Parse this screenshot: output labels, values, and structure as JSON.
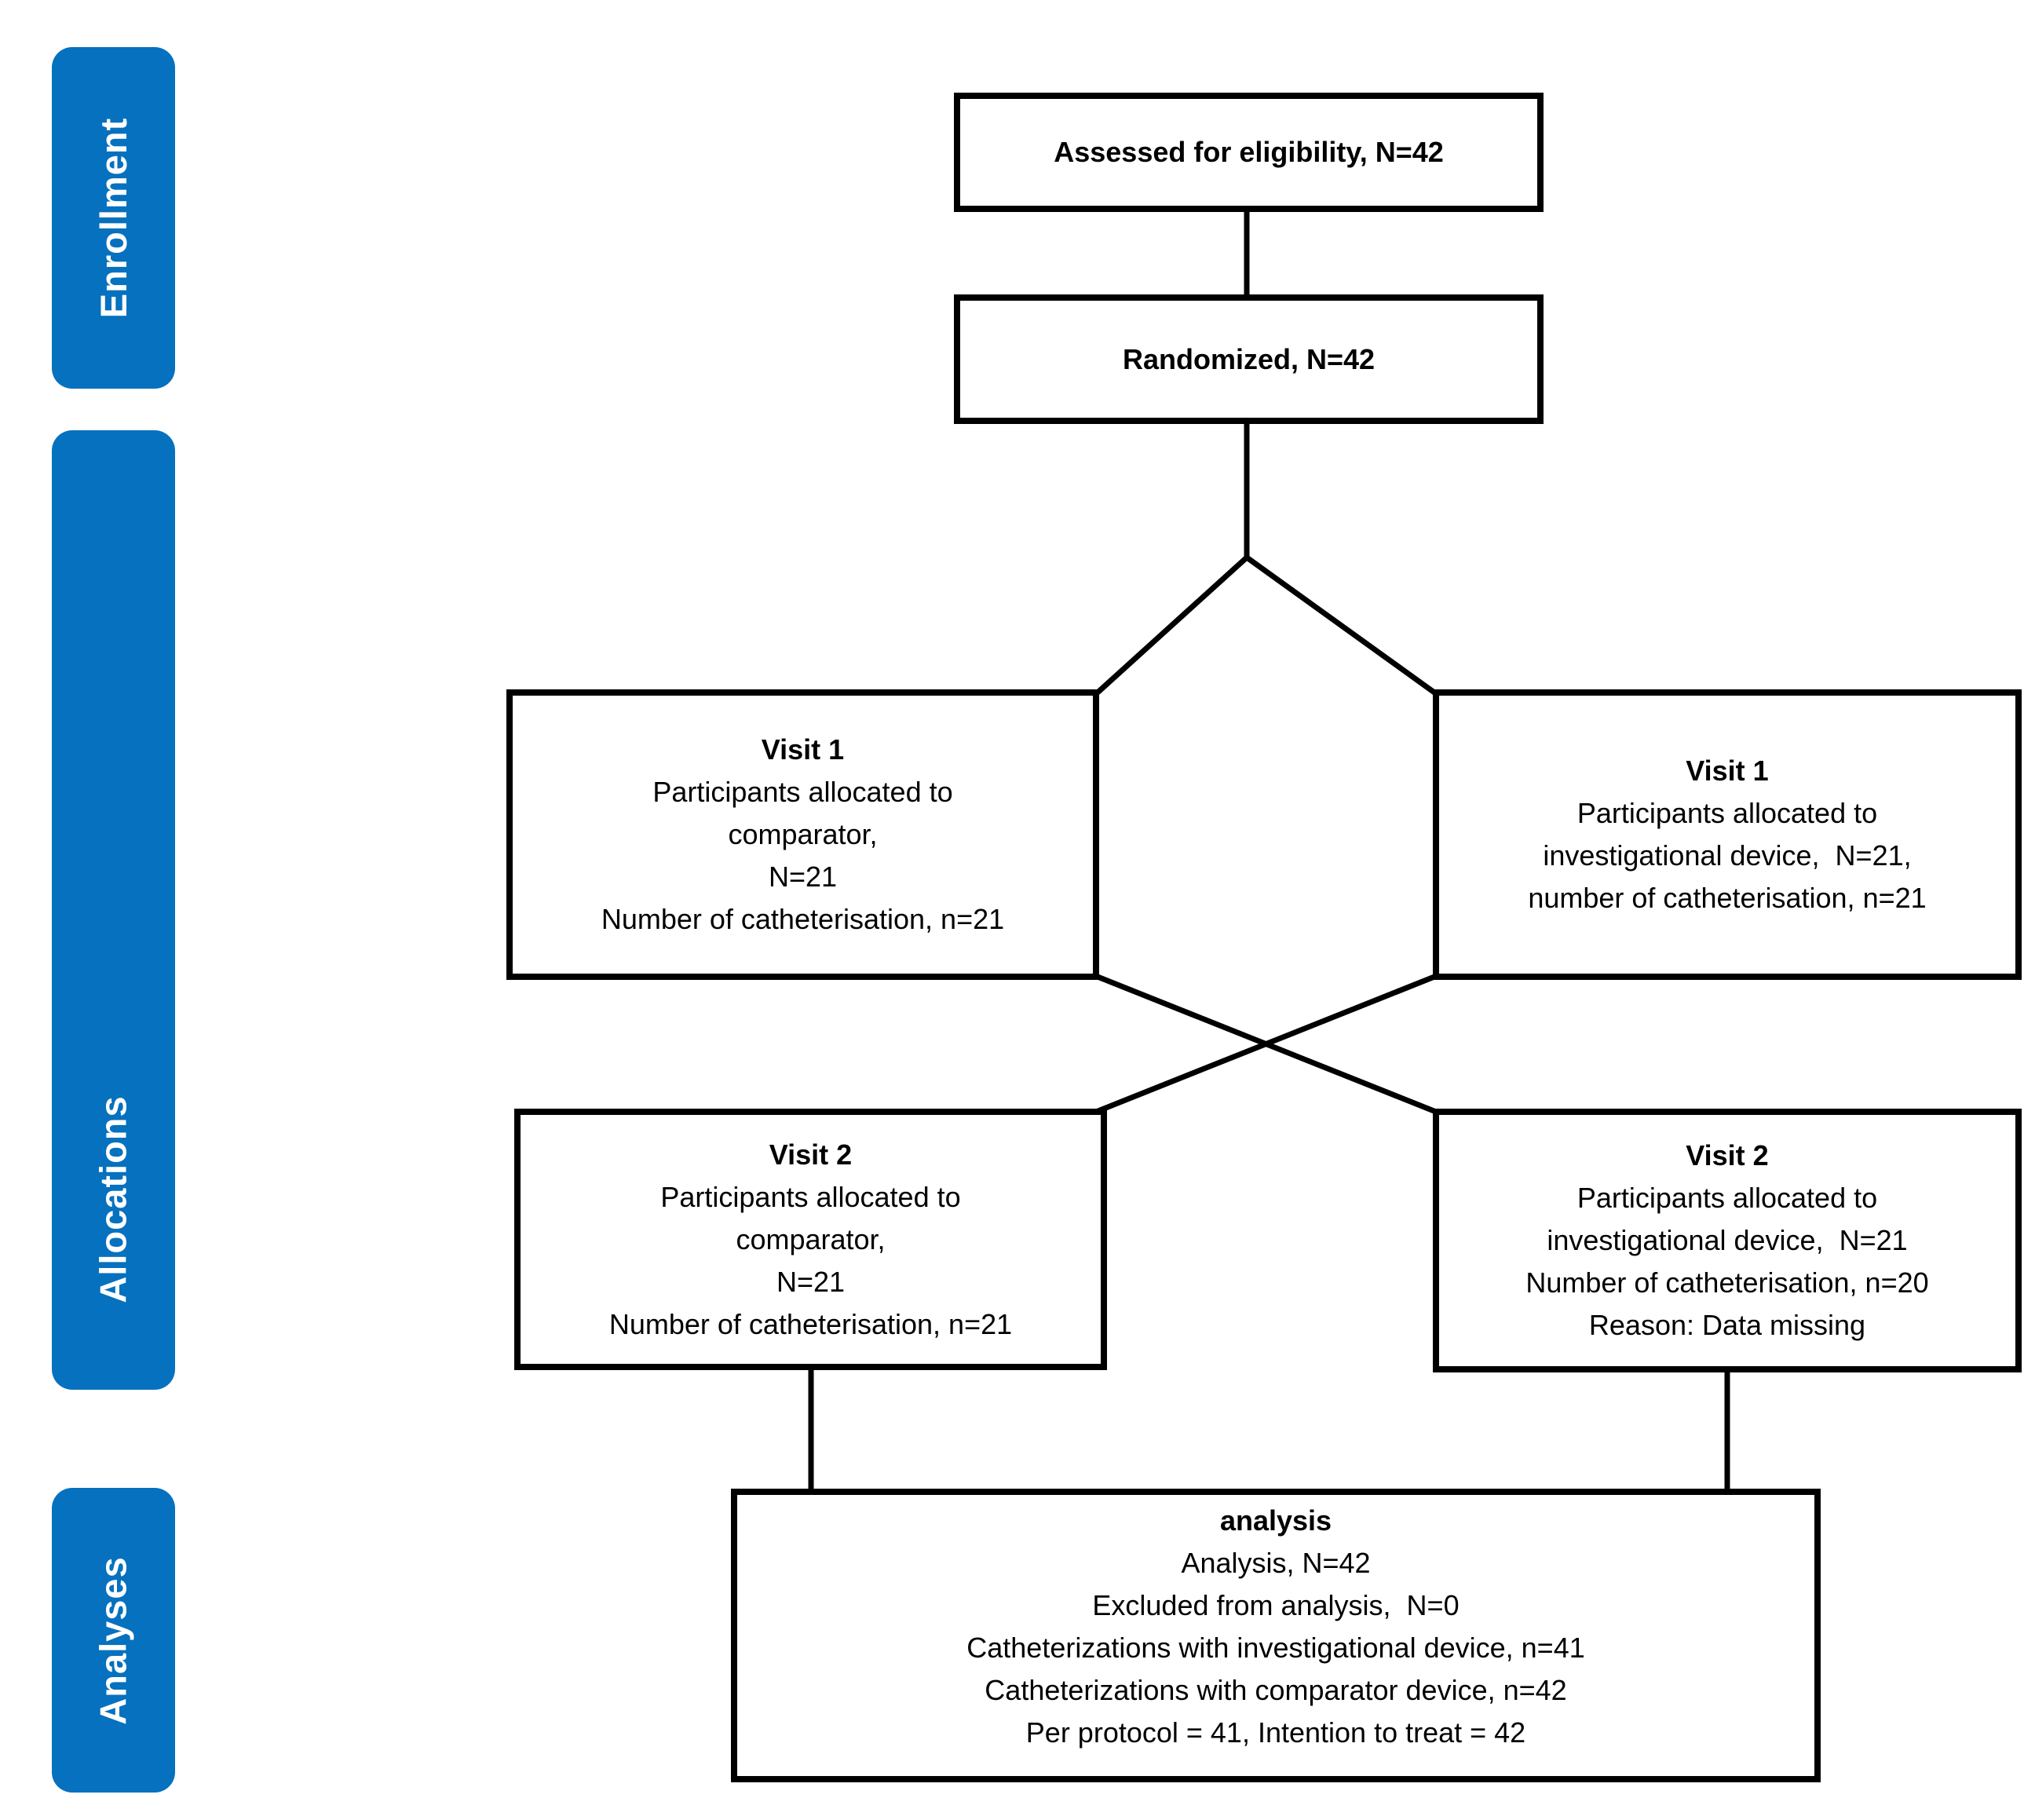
{
  "colors": {
    "accent_blue": "#0671BE",
    "line_black": "#000000"
  },
  "sidebar": {
    "labels": [
      {
        "text": "Enrollment"
      },
      {
        "text": "Allocations"
      },
      {
        "text": "Analyses"
      }
    ]
  },
  "flow": {
    "assessed": {
      "title": "Assessed for eligibility, N=42"
    },
    "randomized": {
      "title": "Randomized, N=42"
    },
    "visit1_comparator": {
      "title": "Visit 1",
      "lines": [
        "Participants allocated to",
        "comparator,",
        "N=21",
        "Number of catheterisation, n=21"
      ]
    },
    "visit1_investigational": {
      "title": "Visit 1",
      "lines": [
        "Participants allocated to",
        "investigational device,  N=21,",
        "number of catheterisation, n=21"
      ]
    },
    "visit2_comparator": {
      "title": "Visit 2",
      "lines": [
        "Participants allocated to",
        "comparator,",
        "N=21",
        "Number of catheterisation, n=21"
      ]
    },
    "visit2_investigational": {
      "title": "Visit 2",
      "lines": [
        "Participants allocated to",
        "investigational device,  N=21",
        "Number of catheterisation, n=20",
        "Reason: Data missing"
      ]
    },
    "analysis": {
      "title": "analysis",
      "lines": [
        "Analysis, N=42",
        "Excluded from analysis,  N=0",
        "Catheterizations with investigational device, n=41",
        "Catheterizations with comparator device, n=42",
        "Per protocol = 41, Intention to treat = 42"
      ]
    }
  }
}
